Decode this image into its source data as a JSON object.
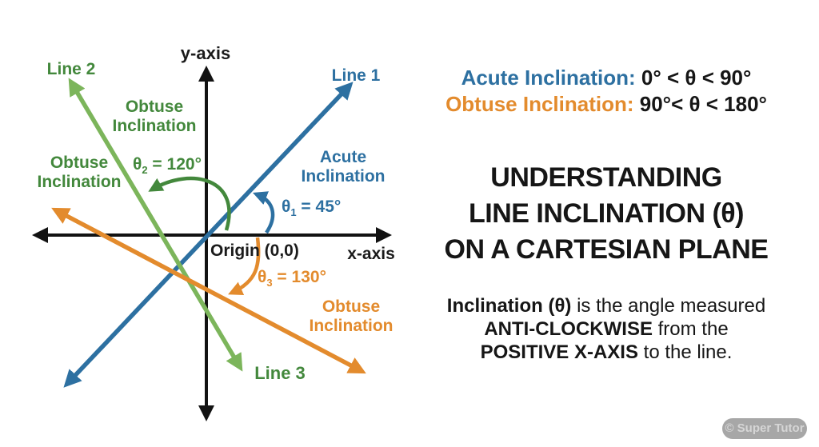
{
  "colors": {
    "blue": "#2d70a1",
    "green_line": "#7cb55b",
    "green_dark": "#43883c",
    "orange": "#e38b2d",
    "axis": "#121212",
    "watermark_bg": "#a7a7a7",
    "watermark_text": "#d6d6d6"
  },
  "diagram": {
    "y_axis_label": "y-axis",
    "x_axis_label": "x-axis",
    "origin_label": "Origin (0,0)",
    "line1": {
      "name": "Line 1",
      "type_label": "Acute\nInclination",
      "angle": {
        "theta": "θ",
        "sub": "1",
        "value": " = 45°"
      }
    },
    "line2": {
      "name": "Line 2",
      "type_label_upper": "Obtuse\nInclination",
      "type_label_left": "Obtuse\nInclination",
      "angle": {
        "theta": "θ",
        "sub": "2",
        "value": " = 120°"
      }
    },
    "line3": {
      "name": "Line 3",
      "type_label": "Obtuse\nInclination",
      "angle": {
        "theta": "θ",
        "sub": "3",
        "value": " = 130°"
      }
    }
  },
  "right": {
    "definitions": {
      "acute": {
        "label": "Acute Inclination:",
        "value": "0° < θ < 90°"
      },
      "obtuse": {
        "label": "Obtuse Inclination:",
        "value": "90°< θ < 180°"
      }
    },
    "title_lines": {
      "l1": "UNDERSTANDING",
      "l2": "LINE INCLINATION (θ)",
      "l3": "ON A CARTESIAN PLANE"
    },
    "description": {
      "line1": {
        "bold": "Inclination (θ)",
        "rest": " is the angle measured"
      },
      "line2": {
        "bold": "ANTI-CLOCKWISE",
        "rest": " from the"
      },
      "line3": {
        "bold": "POSITIVE X-AXIS",
        "rest": " to the line."
      }
    },
    "watermark": "© Super Tutor"
  }
}
